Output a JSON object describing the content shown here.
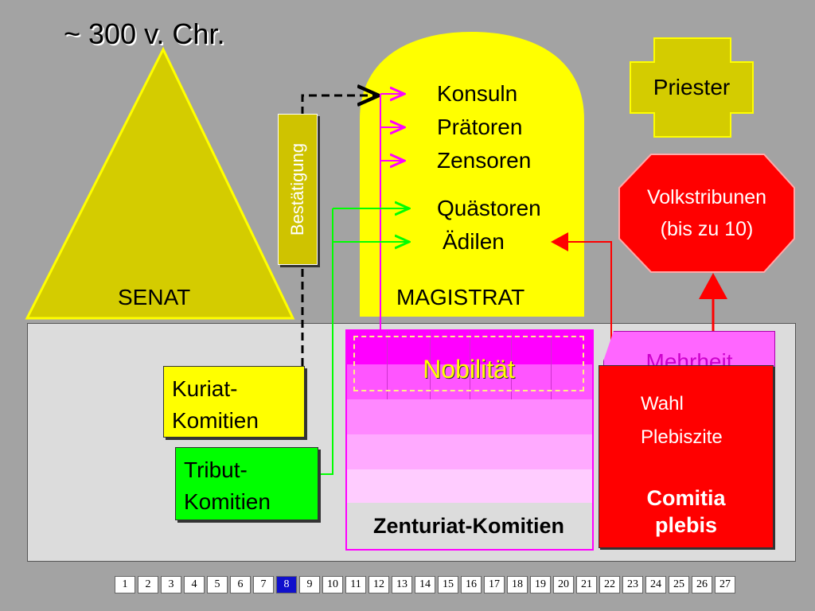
{
  "title": "~ 300 v. Chr.",
  "senat": {
    "label": "SENAT"
  },
  "confirmation": {
    "label": "Bestätigung"
  },
  "magistrat": {
    "label": "MAGISTRAT",
    "offices": [
      "Konsuln",
      "Prätoren",
      "Zensoren",
      "Quästoren",
      "Ädilen"
    ]
  },
  "priester": {
    "label": "Priester"
  },
  "volkstribunen": {
    "line1": "Volkstribunen",
    "line2": "(bis zu 10)"
  },
  "kuriat": {
    "line1": "Kuriat-",
    "line2": "Komitien"
  },
  "tribut": {
    "line1": "Tribut-",
    "line2": "Komitien"
  },
  "zenturiat": {
    "label": "Zenturiat-Komitien",
    "nobilitaet": "Nobilität"
  },
  "mehrheit": {
    "label": "Mehrheit"
  },
  "comitia_plebis": {
    "wahl": "Wahl",
    "plebiszite": "Plebiszite",
    "name1": "Comitia",
    "name2": "plebis"
  },
  "pagination": {
    "pages": [
      "1",
      "2",
      "3",
      "4",
      "5",
      "6",
      "7",
      "8",
      "9",
      "10",
      "11",
      "12",
      "13",
      "14",
      "15",
      "16",
      "17",
      "18",
      "19",
      "20",
      "21",
      "22",
      "23",
      "24",
      "25",
      "26",
      "27"
    ],
    "current": "8"
  },
  "colors": {
    "yellow": "#ffff00",
    "olive": "#d4cc00",
    "magenta": "#ff00ff",
    "green": "#00ff00",
    "red": "#ff0000",
    "background": "#a3a3a3"
  }
}
